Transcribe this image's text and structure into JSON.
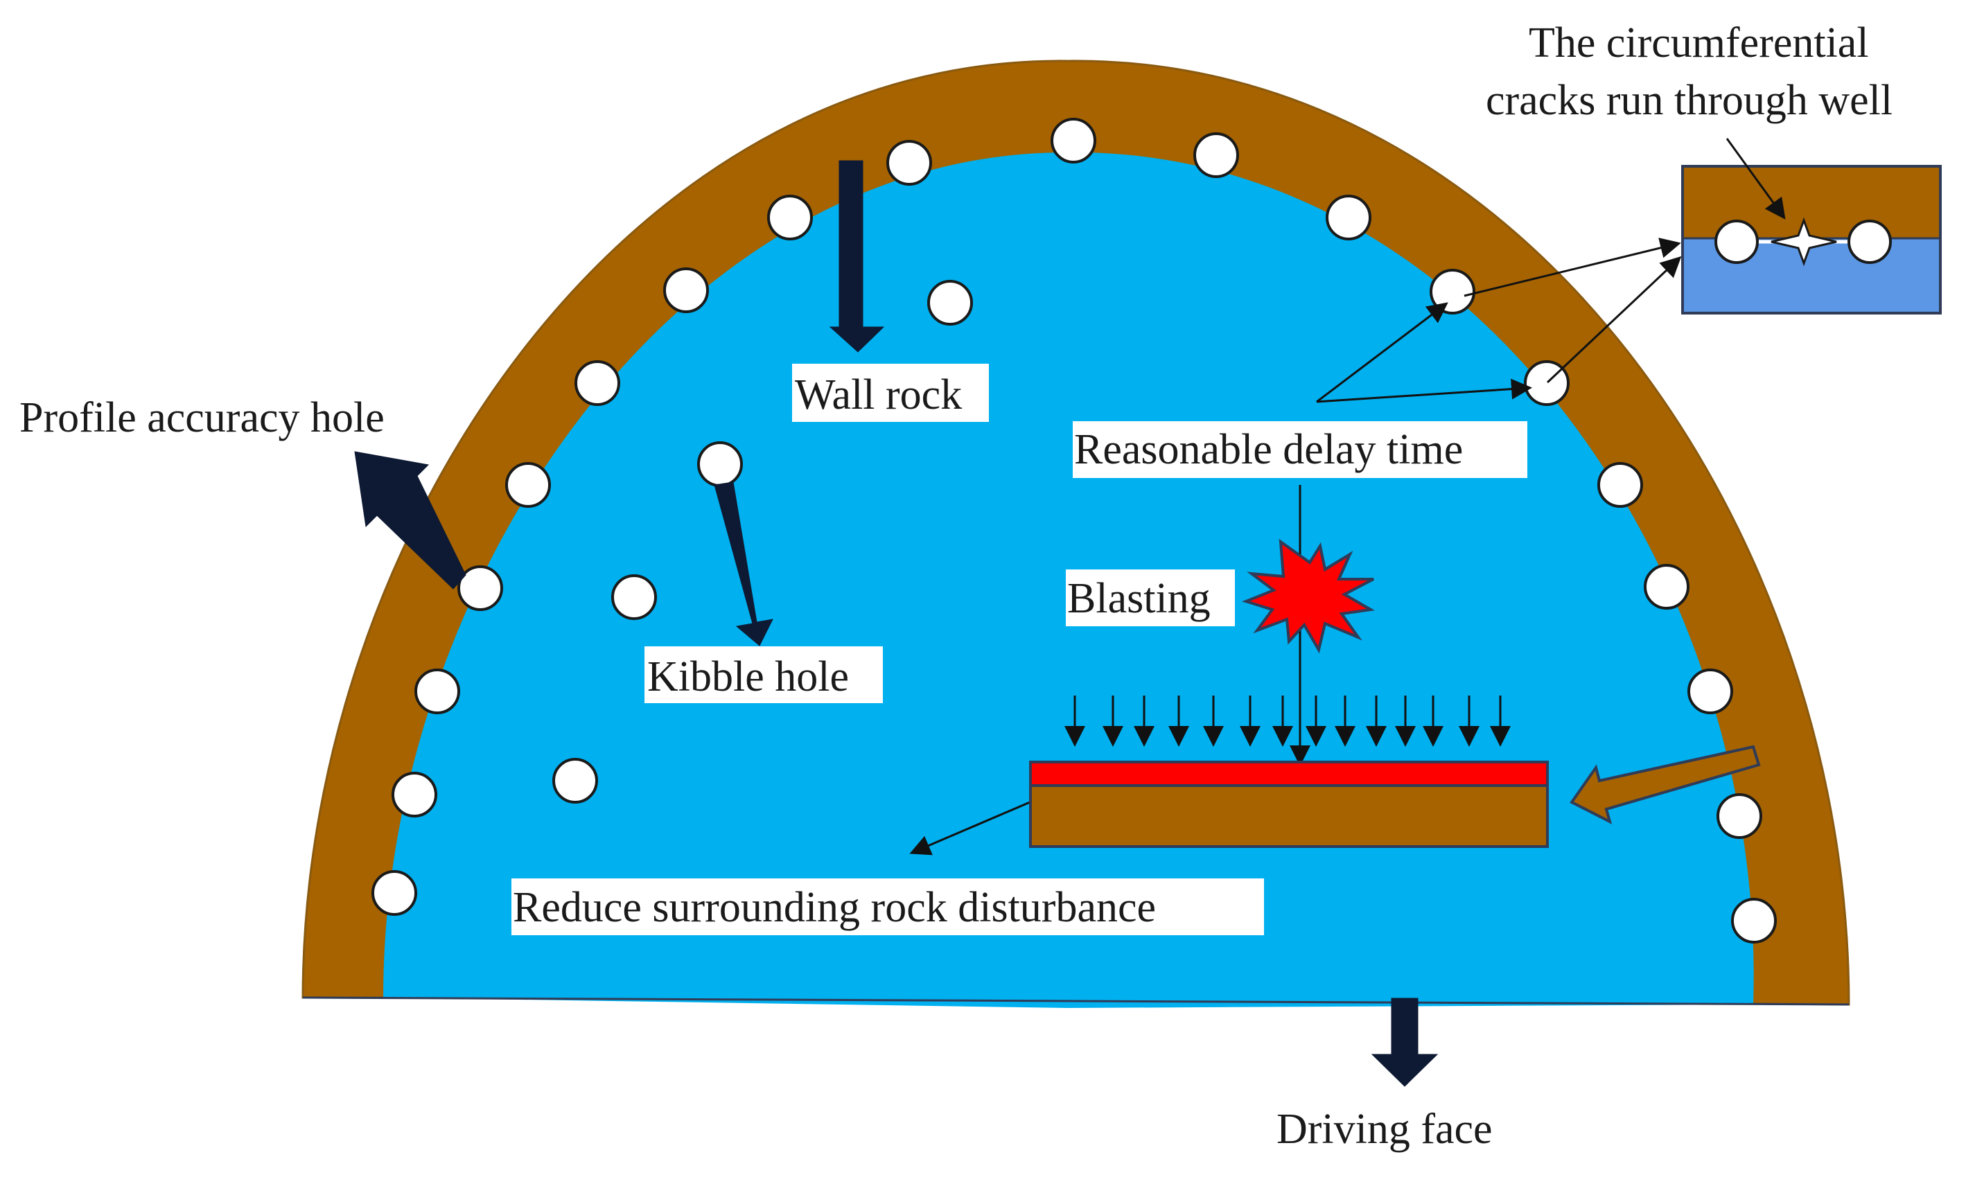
{
  "labels": {
    "profile_accuracy_hole": "Profile accuracy hole",
    "wall_rock": "Wall rock",
    "kibble_hole": "Kibble hole",
    "reasonable_delay_time": "Reasonable delay time",
    "blasting": "Blasting",
    "reduce_disturbance": "Reduce surrounding rock disturbance",
    "driving_face": "Driving face",
    "cracks_line1": "The circumferential",
    "cracks_line2": "cracks run through well"
  },
  "colors": {
    "rock_brown": "#A66300",
    "tunnel_blue": "#00B0EF",
    "inset_blue": "#5B97E5",
    "blast_red": "#FF0000",
    "arrow_navy": "#0E1A33",
    "hole_white": "#FFFFFF"
  },
  "icons": {
    "blast": "starburst-icon",
    "hole": "circle-icon"
  }
}
